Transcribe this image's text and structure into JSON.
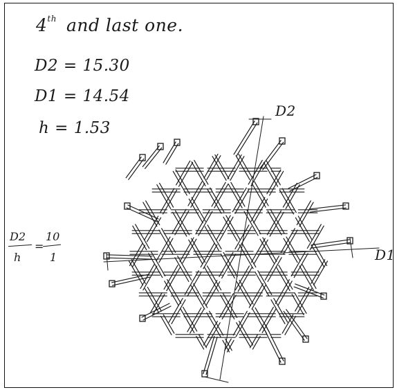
{
  "title": {
    "ordinal": "4",
    "suffix": "th",
    "rest": "and last one."
  },
  "params": [
    {
      "key": "D2",
      "text": "D2 = 15.30"
    },
    {
      "key": "D1",
      "text": "D1 = 14.54"
    },
    {
      "key": "h",
      "text": "h = 1.53"
    }
  ],
  "sketch": {
    "dimension_labels": {
      "d2": "D2",
      "d1": "D1"
    },
    "ratio": {
      "numerator": "D2",
      "denominator": "h",
      "equals": "=",
      "rhs_numerator": "10",
      "rhs_denominator": "1"
    }
  },
  "ink_color": "#1a1a1a"
}
